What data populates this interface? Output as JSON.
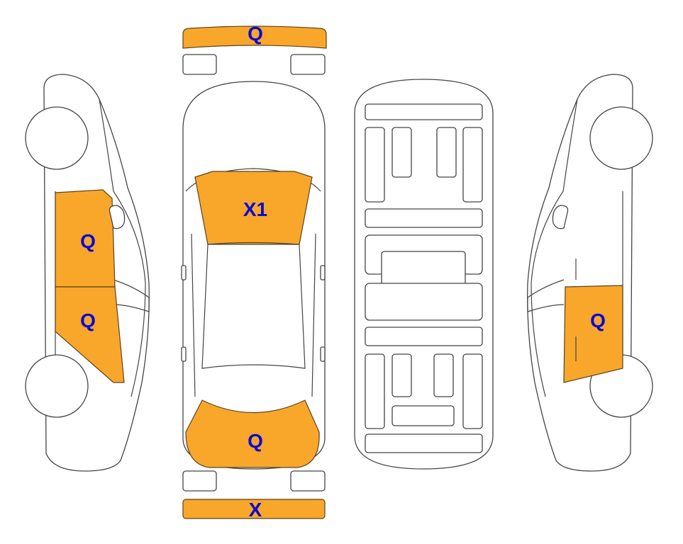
{
  "damage_color": "#f9a72a",
  "label_color": "#0a0ad2",
  "zones": {
    "front_bumper": "Q",
    "windshield": "X1",
    "rear_window": "Q",
    "rear_bumper": "X",
    "left_front_door": "Q",
    "left_rear_door": "Q",
    "right_rear_door": "Q"
  }
}
